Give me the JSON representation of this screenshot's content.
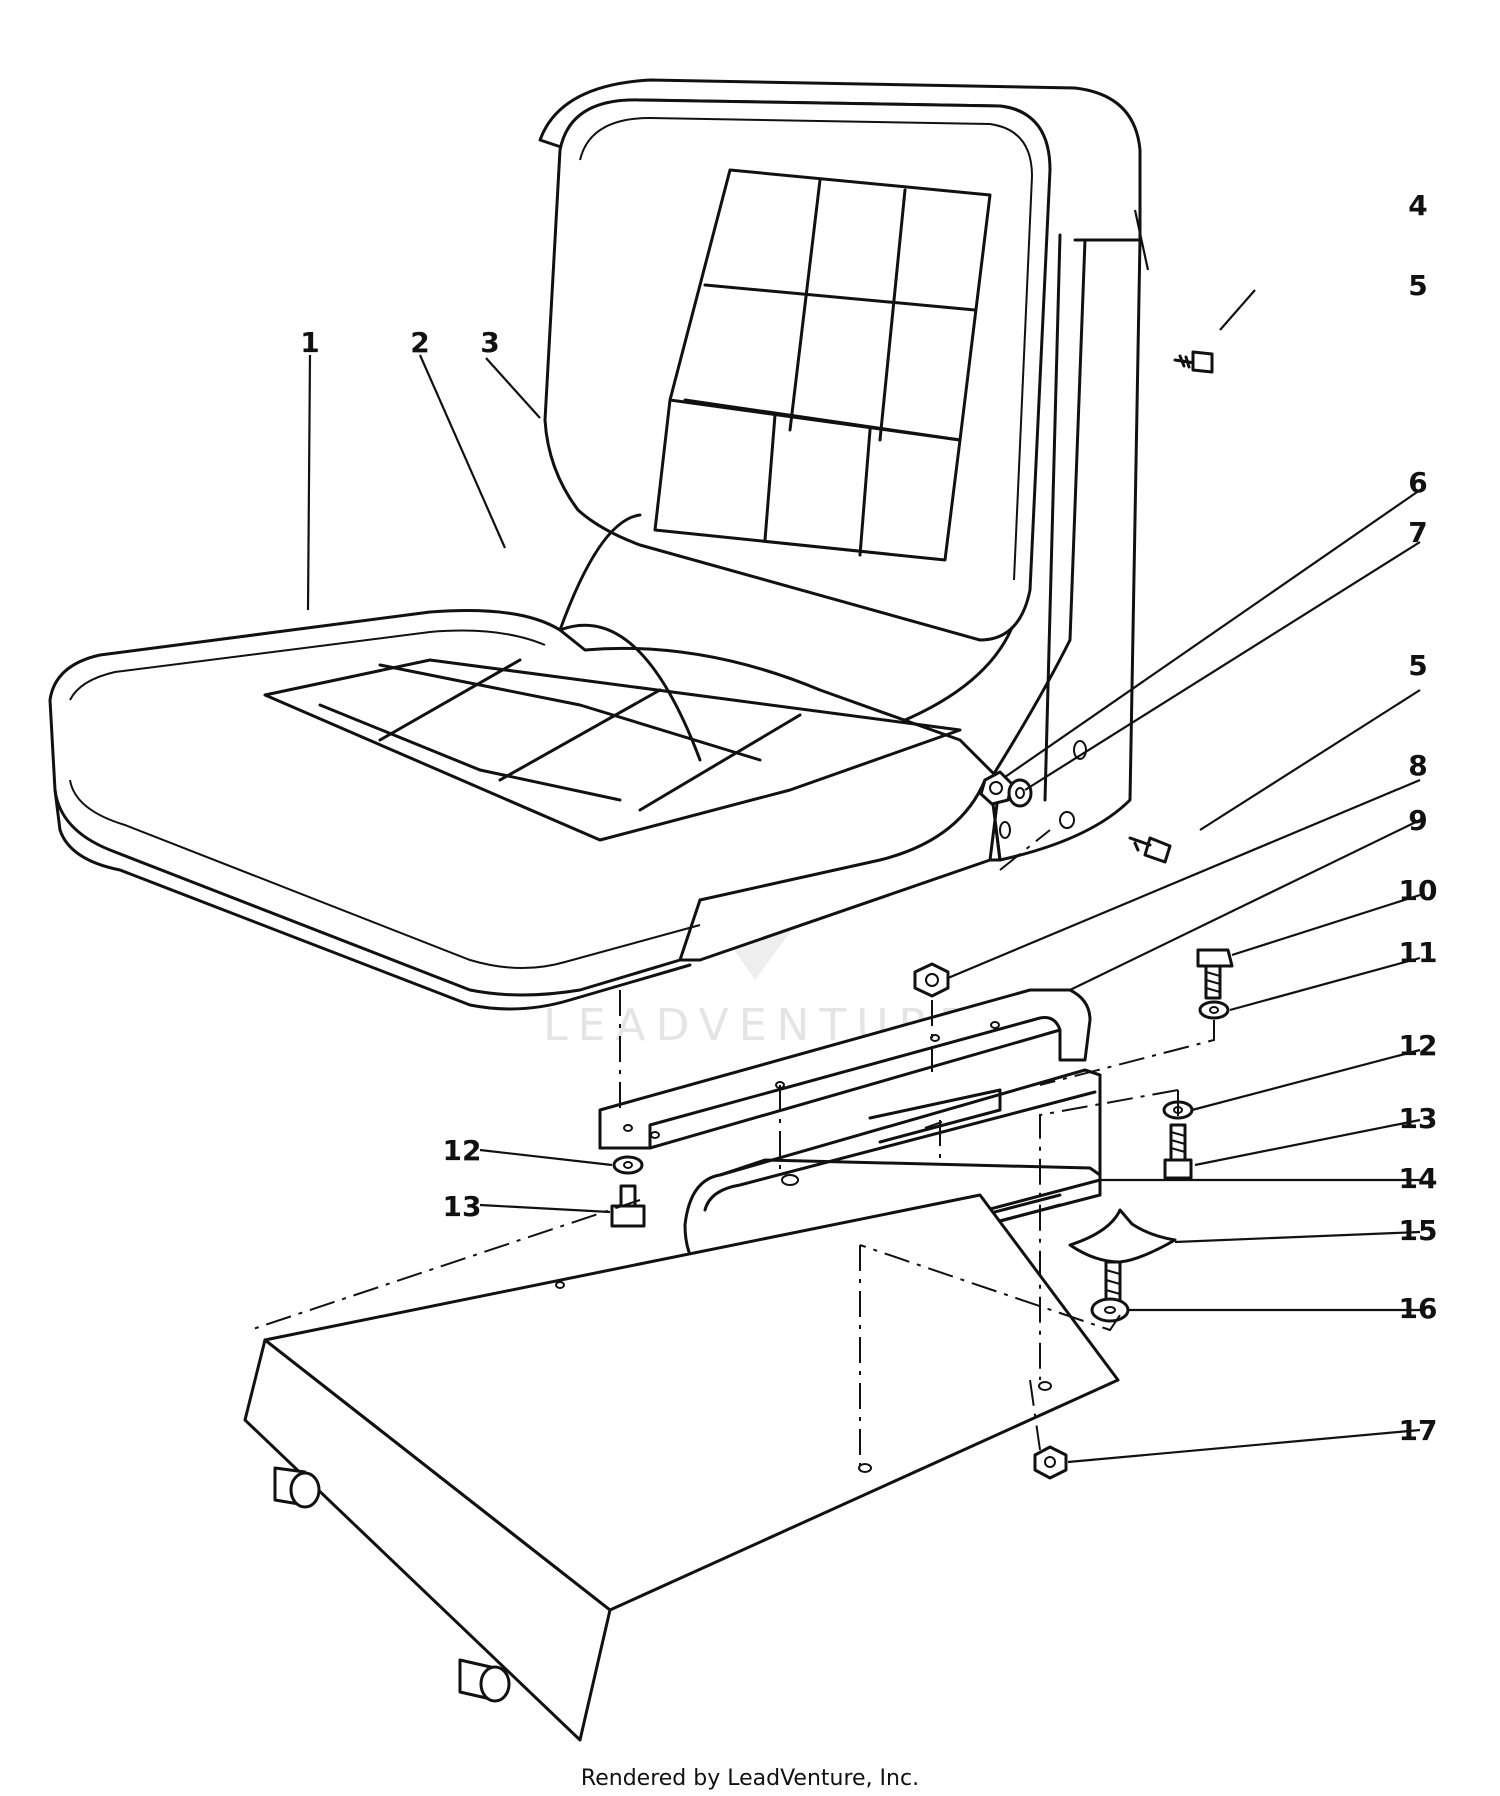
{
  "callouts": [
    "1",
    "2",
    "3",
    "4",
    "5",
    "5",
    "6",
    "7",
    "8",
    "9",
    "10",
    "11",
    "12",
    "13",
    "12",
    "13",
    "14",
    "15",
    "16",
    "17"
  ],
  "watermark": "LEADVENTURE",
  "footer": "Rendered by LeadVenture, Inc."
}
